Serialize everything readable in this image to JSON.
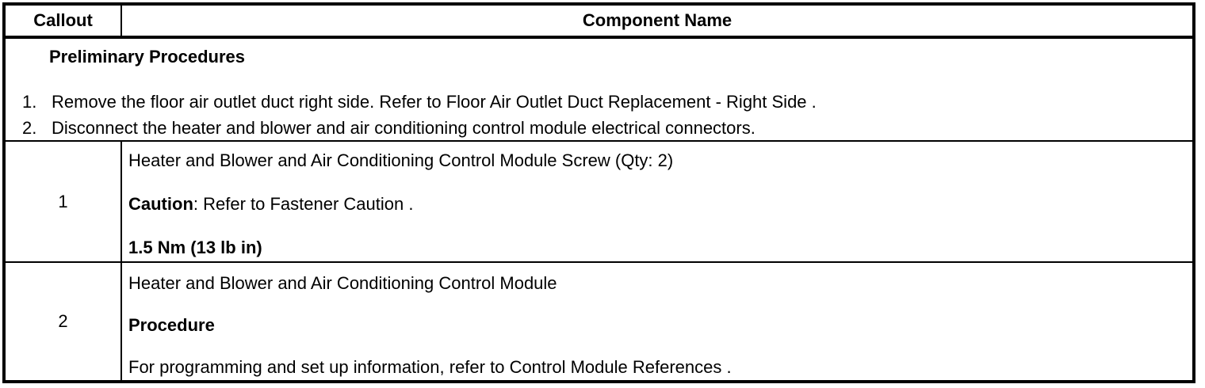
{
  "table": {
    "header": {
      "callout_label": "Callout",
      "component_label": "Component Name"
    },
    "preliminary": {
      "title": "Preliminary Procedures",
      "steps": [
        {
          "number": "1.",
          "text": "Remove the floor air outlet duct right side. Refer to ",
          "link": "Floor Air Outlet Duct Replacement - Right Side",
          "suffix": " ."
        },
        {
          "number": "2.",
          "text": "Disconnect the heater and blower and air conditioning control module electrical connectors.",
          "link": "",
          "suffix": ""
        }
      ]
    },
    "rows": [
      {
        "callout": "1",
        "name": "Heater and Blower and Air Conditioning Control Module Screw (Qty: 2)",
        "caution_label": "Caution",
        "caution_text": ": Refer to ",
        "caution_link": "Fastener Caution",
        "caution_suffix": " .",
        "torque": "1.5 Nm (13 lb in)"
      },
      {
        "callout": "2",
        "name": "Heater and Blower and Air Conditioning Control Module",
        "procedure_label": "Procedure",
        "note_text": "For programming and set up information, refer to ",
        "note_link": "Control Module References",
        "note_suffix": " ."
      }
    ]
  }
}
